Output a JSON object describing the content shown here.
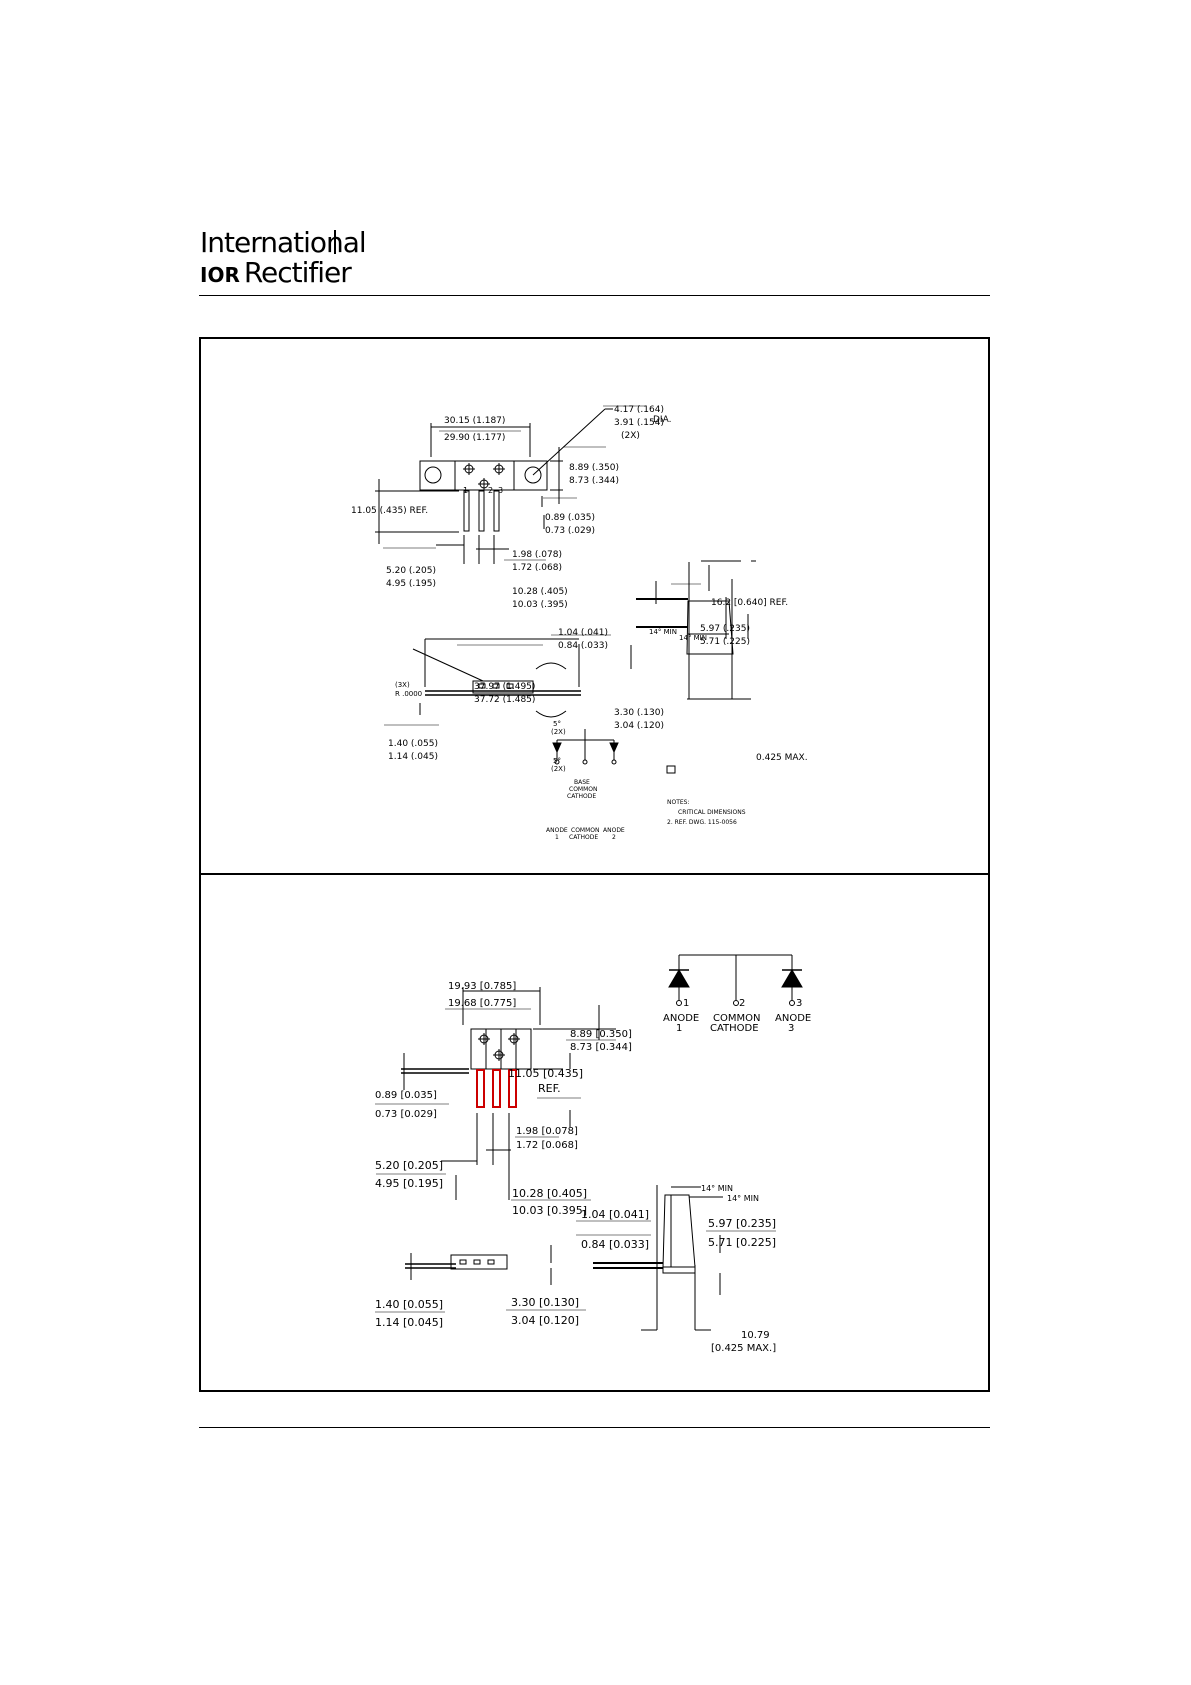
{
  "header": {
    "logo_line1": "International",
    "logo_mark": "IOR",
    "logo_line2": "Rectifier"
  },
  "panel1": {
    "dims": {
      "width_max": "30.15 (1.187)",
      "width_min": "29.90 (1.177)",
      "hole_max": "4.17 (.164)",
      "hole_min": "3.91 (.154)",
      "hole_qty": "(2X)",
      "hole_label": "DIA.",
      "h_max": "8.89 (.350)",
      "h_min": "8.73 (.344)",
      "lead_len_ref": "11.05 (.435) REF.",
      "t_max": "0.89 (.035)",
      "t_min": "0.73 (.029)",
      "lw_max": "1.98 (.078)",
      "lw_min": "1.72 (.068)",
      "pitch_max": "5.20 (.205)",
      "pitch_min": "4.95 (.195)",
      "span_max": "10.28 (.405)",
      "span_min": "10.03 (.395)",
      "side_ref": "16.2 [0.640] REF.",
      "angle1": "14° MIN",
      "angle2": "14° MIN",
      "lt_max": "1.04 (.041)",
      "lt_min": "0.84 (.033)",
      "bh_max": "5.97 (.235)",
      "bh_min": "5.71 (.225)",
      "len_max": "37.97 (1.495)",
      "len_min": "37.72 (1.485)",
      "radius_qty": "(3X)",
      "radius": "R .0000",
      "angle3": "5°",
      "angle3_qty": "(2X)",
      "angle4": "5°",
      "angle4_qty": "(2X)",
      "bt_max": "3.30 (.130)",
      "bt_min": "3.04 (.120)",
      "max_note": "0.425 MAX.",
      "pt_max": "1.40 (.055)",
      "pt_min": "1.14 (.045)"
    },
    "pins": [
      "1",
      "2",
      "3"
    ],
    "schematic": {
      "base": "BASE",
      "common": "COMMON",
      "cathode": "CATHODE",
      "anode1_a": "ANODE",
      "anode1_b": "1",
      "cc_a": "COMMON",
      "cc_b": "CATHODE",
      "anode2_a": "ANODE",
      "anode2_b": "2"
    },
    "notes": {
      "title": "NOTES:",
      "n1": "CRITICAL DIMENSIONS",
      "n2": "2. REF. DWG. 115-0056"
    }
  },
  "panel2": {
    "dims": {
      "width_max": "19.93 [0.785]",
      "width_min": "19.68 [0.775]",
      "h_max": "8.89 [0.350]",
      "h_min": "8.73 [0.344]",
      "lead_len": "11.05 [0.435]",
      "lead_len_ref": "REF.",
      "t_max": "0.89 [0.035]",
      "t_min": "0.73 [0.029]",
      "lw_max": "1.98 [0.078]",
      "lw_min": "1.72 [0.068]",
      "pitch_max": "5.20 [0.205]",
      "pitch_min": "4.95 [0.195]",
      "span_max": "10.28 [0.405]",
      "span_min": "10.03 [0.395]",
      "angle1": "14° MIN",
      "angle2": "14° MIN",
      "lt_max": "1.04 [0.041]",
      "lt_min": "0.84 [0.033]",
      "bh_max": "5.97 [0.235]",
      "bh_min": "5.71 [0.225]",
      "pt_max": "1.40 [0.055]",
      "pt_min": "1.14 [0.045]",
      "bt_max": "3.30 [0.130]",
      "bt_min": "3.04 [0.120]",
      "max_val": "10.79",
      "max_note": "[0.425 MAX.]"
    },
    "schematic": {
      "p1": "1",
      "p2": "2",
      "p3": "3",
      "anode1_a": "ANODE",
      "anode1_b": "1",
      "cc_a": "COMMON",
      "cc_b": "CATHODE",
      "anode3_a": "ANODE",
      "anode3_b": "3"
    }
  },
  "colors": {
    "ink": "#000000",
    "lead_highlight": "#cc0000"
  }
}
